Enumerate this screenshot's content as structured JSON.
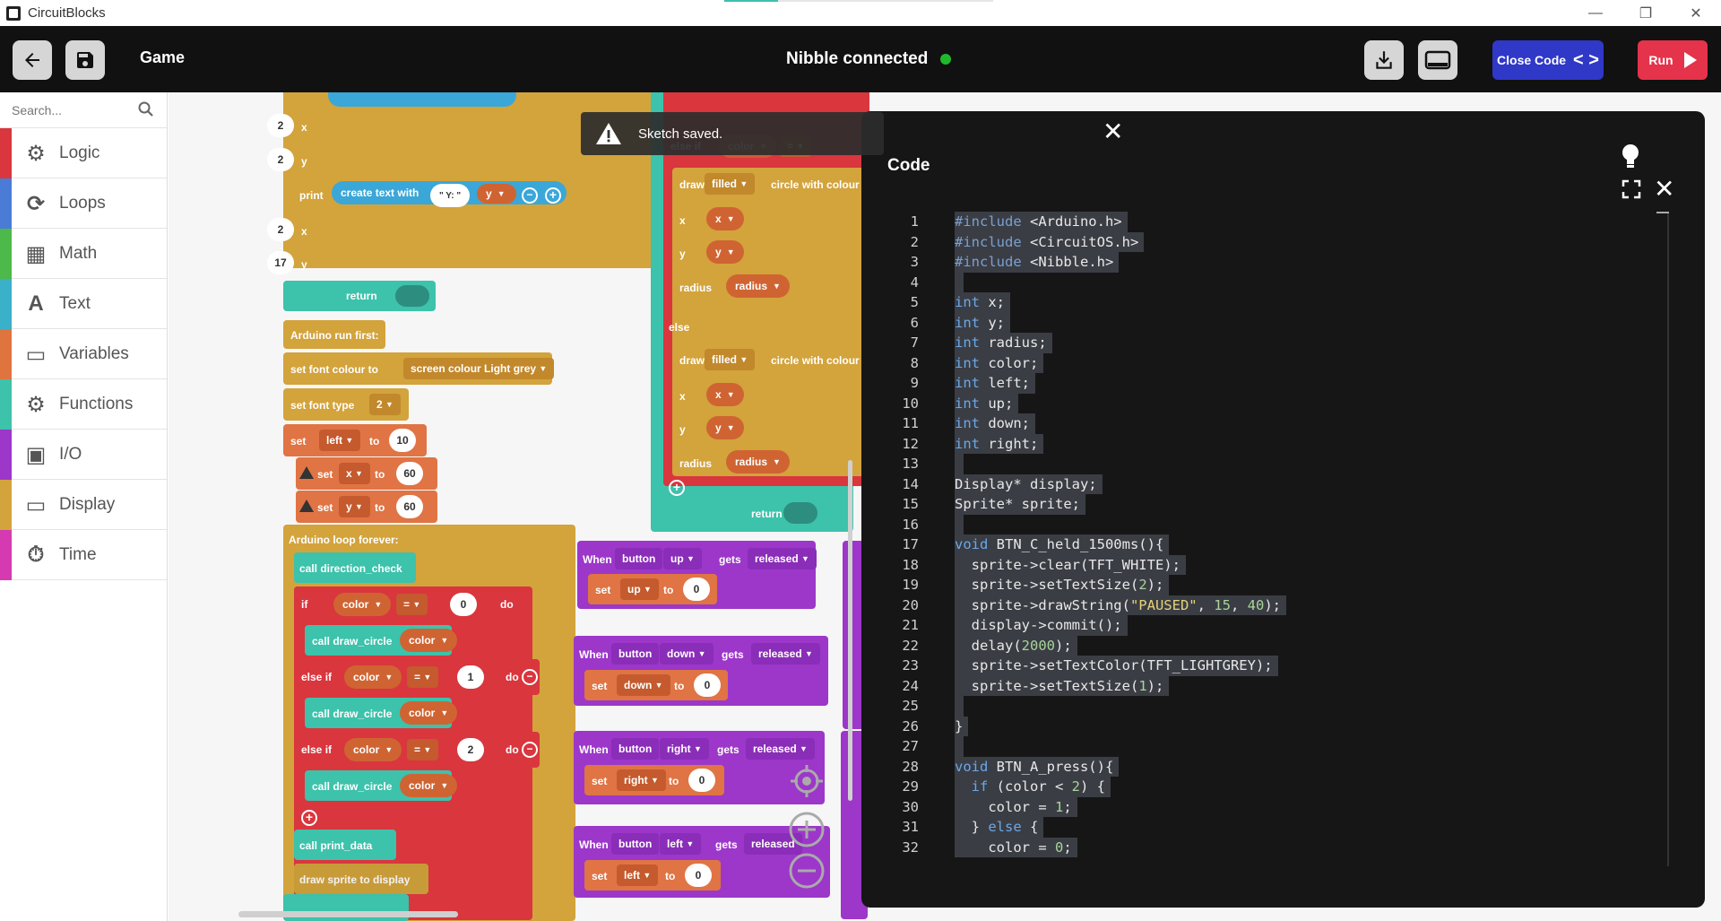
{
  "window": {
    "title": "CircuitBlocks"
  },
  "toolbar": {
    "title": "Game",
    "status": "Nibble connected",
    "close_code_label": "Close Code",
    "run_label": "Run",
    "status_color": "#1fba2b"
  },
  "sidebar": {
    "search_placeholder": "Search...",
    "categories": [
      {
        "label": "Logic",
        "color": "#d9363e",
        "icon": "gears-icon"
      },
      {
        "label": "Loops",
        "color": "#4a7bd6",
        "icon": "refresh-icon"
      },
      {
        "label": "Math",
        "color": "#4cb94a",
        "icon": "calculator-icon"
      },
      {
        "label": "Text",
        "color": "#3bb0c9",
        "icon": "text-icon"
      },
      {
        "label": "Variables",
        "color": "#e0743f",
        "icon": "inbox-icon"
      },
      {
        "label": "Functions",
        "color": "#3dc2ab",
        "icon": "gear-icon"
      },
      {
        "label": "I/O",
        "color": "#9c37c9",
        "icon": "image-icon"
      },
      {
        "label": "Display",
        "color": "#d3a33c",
        "icon": "monitor-icon"
      },
      {
        "label": "Time",
        "color": "#d53ab0",
        "icon": "stopwatch-icon"
      }
    ]
  },
  "toast": {
    "message": "Sketch saved."
  },
  "blocks": {
    "x_label": "x",
    "y_label": "y",
    "print": "print",
    "create_text_with": "create text with",
    "y_text": "\" Y: \"",
    "y_var": "y",
    "n2a": "2",
    "n2b": "2",
    "n2c": "2",
    "n17": "17",
    "return": "return",
    "run_first": "Arduino run first:",
    "set_font_colour": "set font colour to",
    "screen_colour": "screen colour",
    "light_grey": "Light grey",
    "set_font_type": "set font type",
    "font_type_val": "2",
    "set": "set",
    "to": "to",
    "left": "left",
    "x_var": "x",
    "n10": "10",
    "n60a": "60",
    "n60b": "60",
    "loop_forever": "Arduino loop forever:",
    "call_direction_check": "call direction_check",
    "if": "if",
    "else_if": "else if",
    "else": "else",
    "do": "do",
    "color": "color",
    "eq": "=",
    "n0": "0",
    "n1": "1",
    "n2d": "2",
    "call_draw_circle": "call draw_circle",
    "call_print_data": "call print_data",
    "draw_sprite": "draw sprite to display",
    "radius": "radius",
    "draw": "draw",
    "filled": "filled",
    "circle_with_colour": "circle with colour",
    "when": "When",
    "button": "button",
    "gets": "gets",
    "released": "released",
    "up": "up",
    "down": "down",
    "right": "right",
    "zero": "0"
  },
  "code_panel": {
    "title": "Code",
    "lines": [
      "#include <Arduino.h>",
      "#include <CircuitOS.h>",
      "#include <Nibble.h>",
      "",
      "int x;",
      "int y;",
      "int radius;",
      "int color;",
      "int left;",
      "int up;",
      "int down;",
      "int right;",
      "",
      "Display* display;",
      "Sprite* sprite;",
      "",
      "void BTN_C_held_1500ms(){",
      "  sprite->clear(TFT_WHITE);",
      "  sprite->setTextSize(2);",
      "  sprite->drawString(\"PAUSED\", 15, 40);",
      "  display->commit();",
      "  delay(2000);",
      "  sprite->setTextColor(TFT_LIGHTGREY);",
      "  sprite->setTextSize(1);",
      "",
      "}",
      "",
      "void BTN_A_press(){",
      "  if (color < 2) {",
      "    color = 1;",
      "  } else {",
      "    color = 0;"
    ]
  }
}
